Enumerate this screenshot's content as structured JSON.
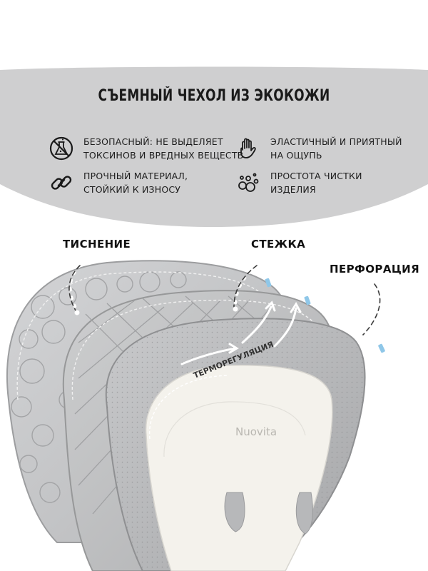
{
  "header": {
    "title": "СЪЕМНЫЙ ЧЕХОЛ ИЗ ЭКОКОЖИ"
  },
  "features": [
    {
      "icon": "no-chemicals-icon",
      "text": "БЕЗОПАСНЫЙ: НЕ ВЫДЕЛЯЕТ\nТОКСИНОВ И ВРЕДНЫХ ВЕЩЕСТВ"
    },
    {
      "icon": "hand-icon",
      "text": "ЭЛАСТИЧНЫЙ И ПРИЯТНЫЙ\nНА ОЩУПЬ"
    },
    {
      "icon": "chain-link-icon",
      "text": "ПРОЧНЫЙ МАТЕРИАЛ,\nСТОЙКИЙ К ИЗНОСУ"
    },
    {
      "icon": "bubbles-icon",
      "text": "ПРОСТОТА ЧИСТКИ\nИЗДЕЛИЯ"
    }
  ],
  "callouts": {
    "embossing": "ТИСНЕНИЕ",
    "stitching": "СТЕЖКА",
    "perforation": "ПЕРФОРАЦИЯ",
    "thermoregulation": "ТЕРМОРЕГУЛЯЦИЯ"
  },
  "brand": "Nuovita",
  "colors": {
    "band": "#cfcfd0",
    "cover_gray": "#c4c5c7",
    "cover_shadow": "#a9aaac",
    "insert_white": "#f4f2ec",
    "tag_blue": "#8fc7e8"
  }
}
